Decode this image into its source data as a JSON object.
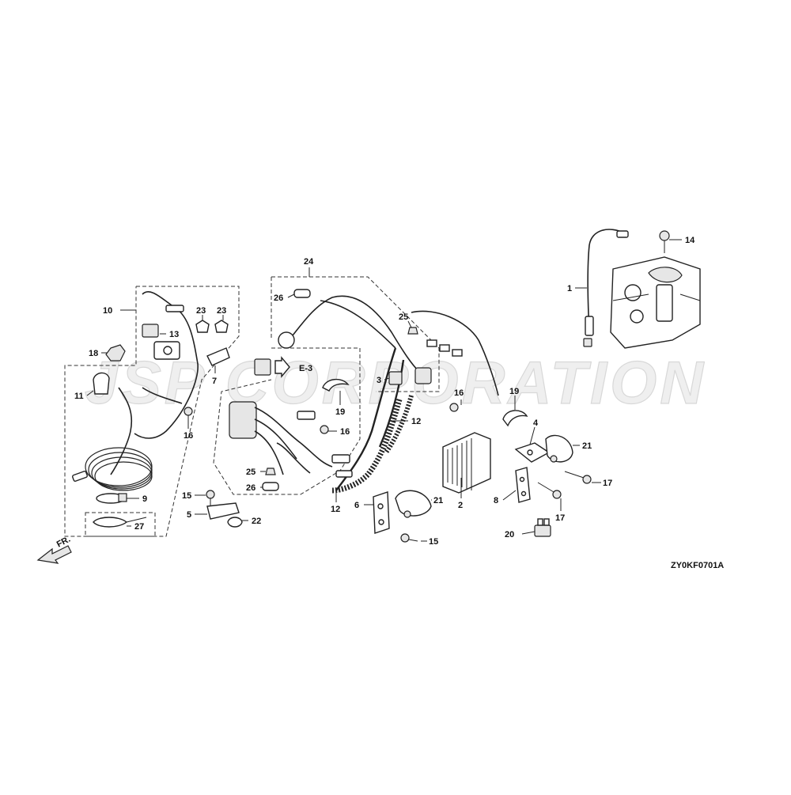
{
  "watermark": "JSP CORPORATION",
  "diagram_code": "ZY0KF0701A",
  "section_ref": "E-3",
  "front_marker": "FR.",
  "callouts": {
    "c1": "1",
    "c2": "2",
    "c3": "3",
    "c4": "4",
    "c5": "5",
    "c6": "6",
    "c7": "7",
    "c8": "8",
    "c9": "9",
    "c10": "10",
    "c11": "11",
    "c12a": "12",
    "c12b": "12",
    "c13": "13",
    "c14": "14",
    "c15a": "15",
    "c15b": "15",
    "c16a": "16",
    "c16b": "16",
    "c16c": "16",
    "c17a": "17",
    "c17b": "17",
    "c18": "18",
    "c19a": "19",
    "c19b": "19",
    "c20": "20",
    "c21a": "21",
    "c21b": "21",
    "c22": "22",
    "c23a": "23",
    "c23b": "23",
    "c24": "24",
    "c25a": "25",
    "c25b": "25",
    "c26a": "26",
    "c26b": "26",
    "c27": "27"
  }
}
